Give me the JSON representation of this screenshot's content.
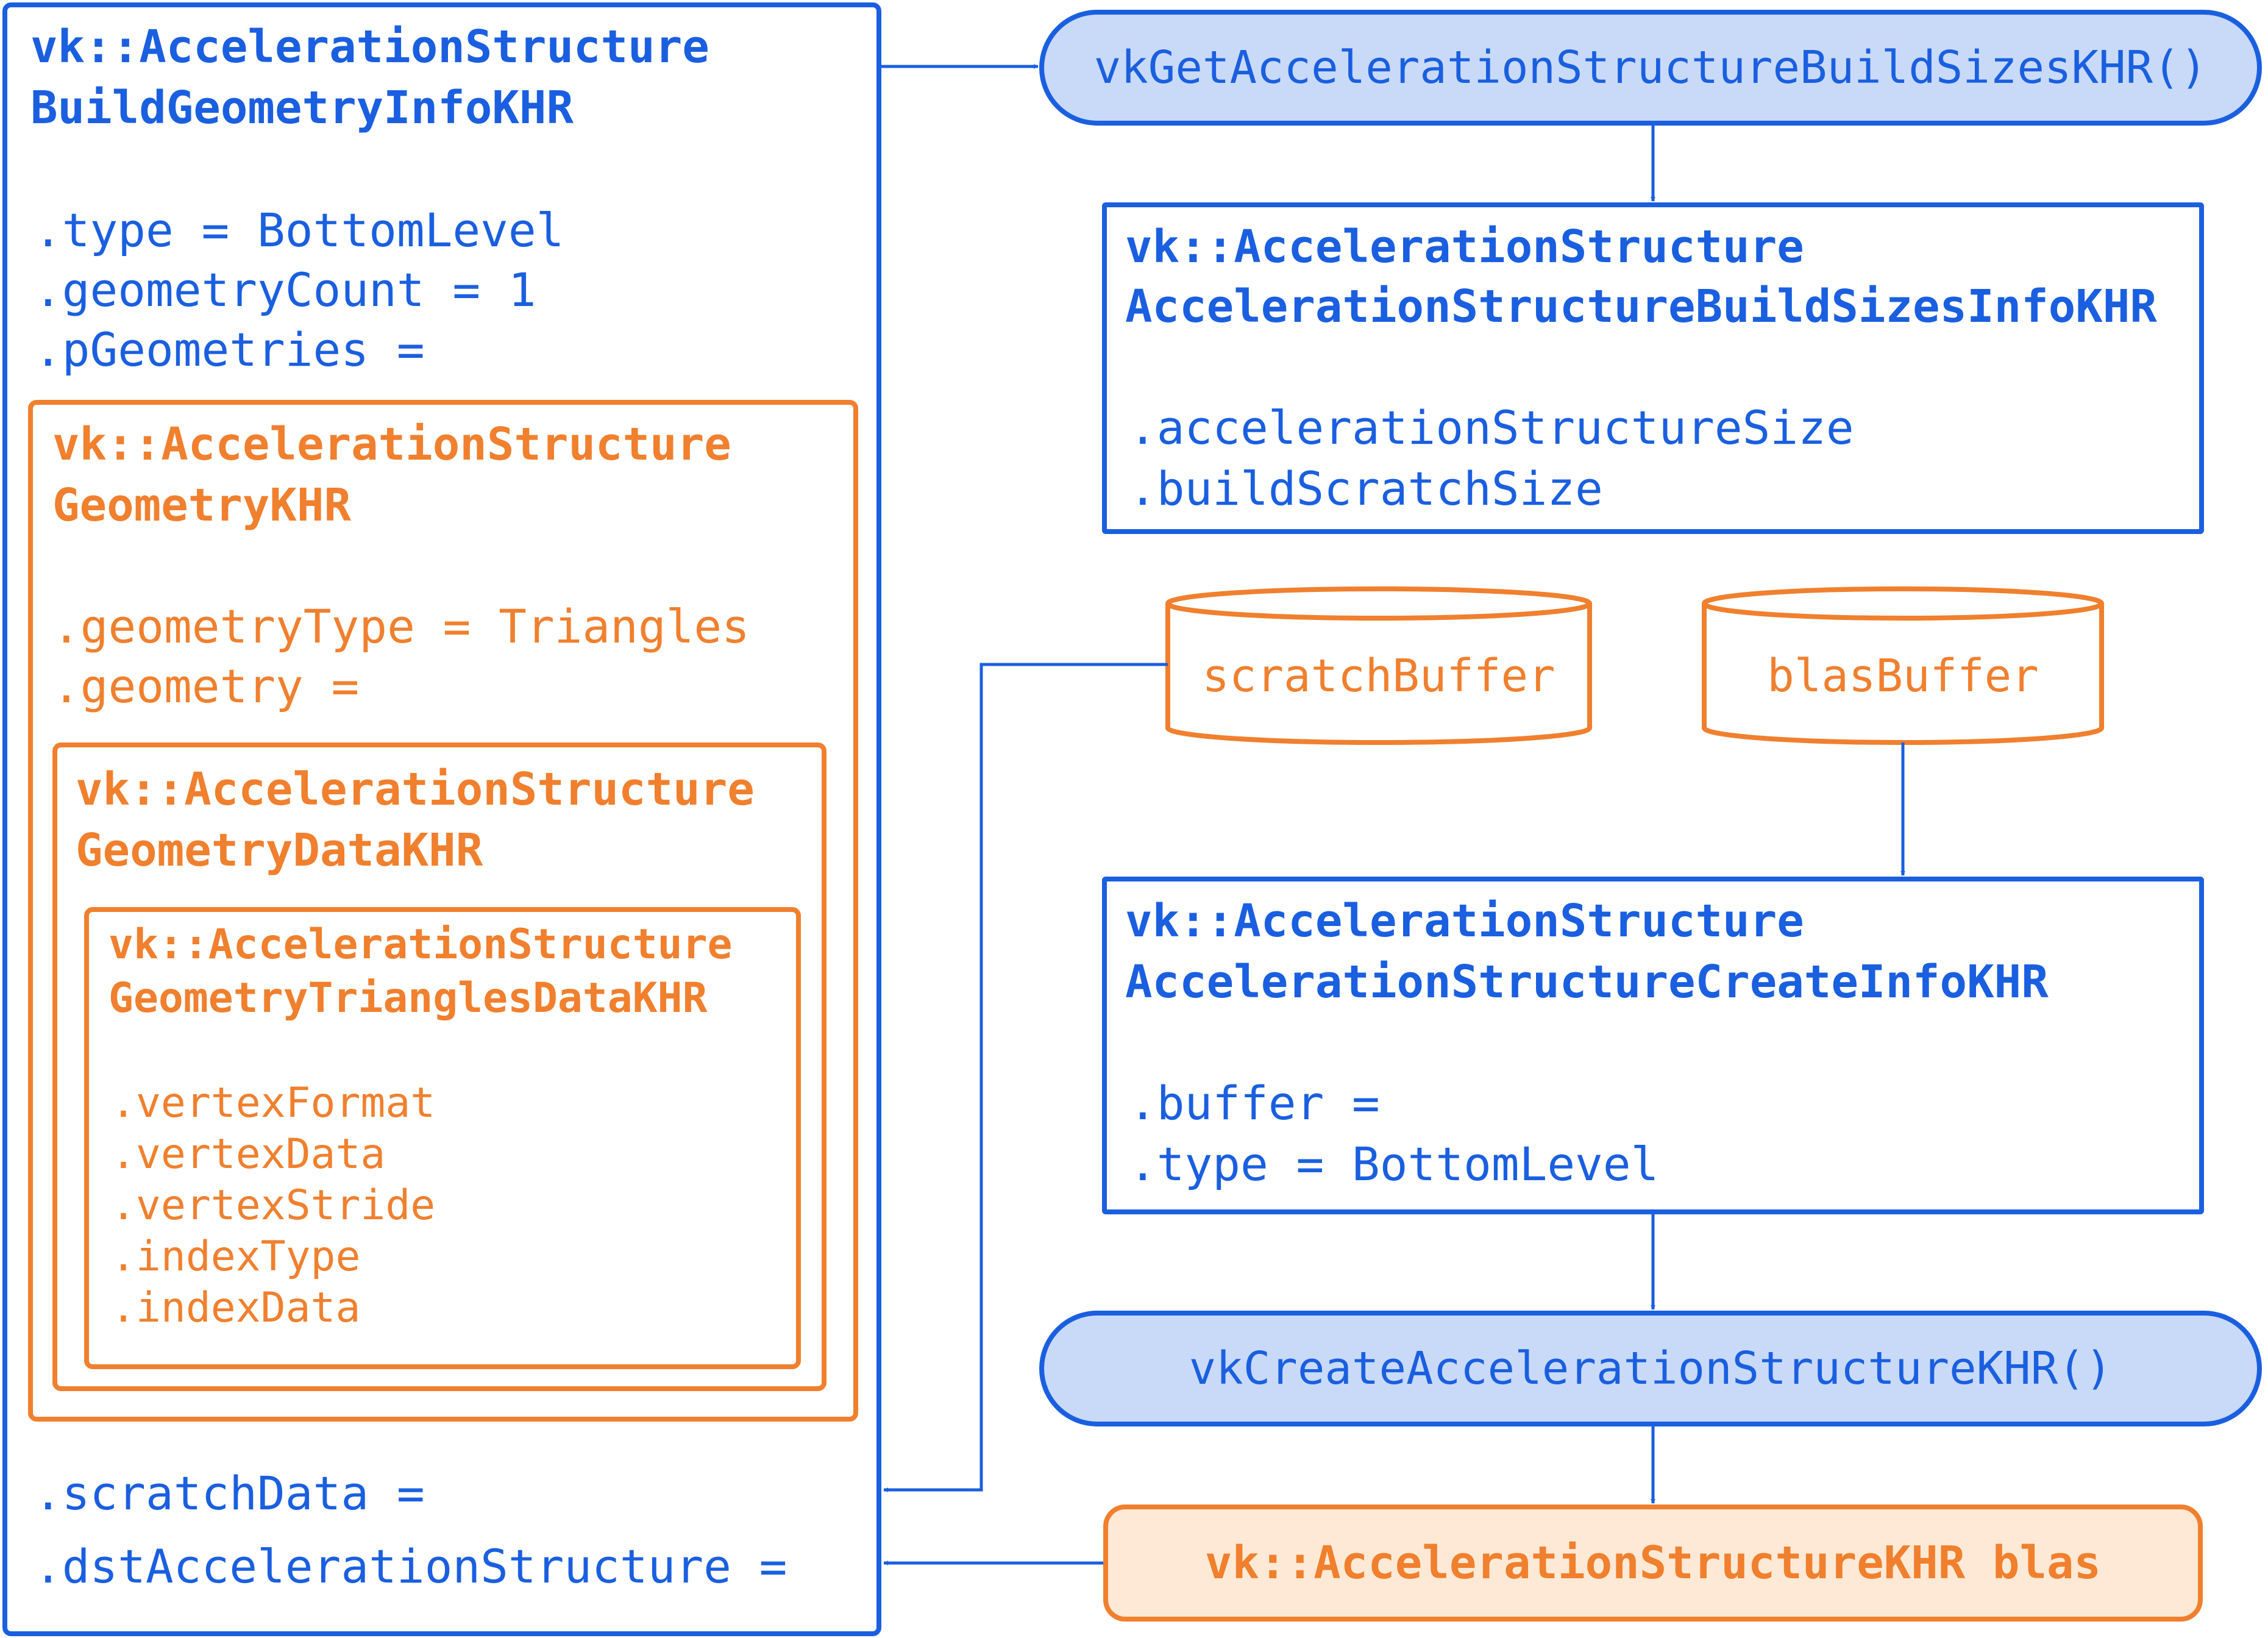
{
  "build_geometry_info": {
    "title_line1": "vk::AccelerationStructure",
    "title_line2": "BuildGeometryInfoKHR",
    "field_type": ".type = BottomLevel",
    "field_geometry_count": ".geometryCount = 1",
    "field_pgeometries": ".pGeometries =",
    "field_scratch_data": ".scratchData =",
    "field_dst_as": ".dstAccelerationStructure ="
  },
  "geometry_khr": {
    "title_line1": "vk::AccelerationStructure",
    "title_line2": "GeometryKHR",
    "field_geometry_type": ".geometryType = Triangles",
    "field_geometry": ".geometry ="
  },
  "geometry_data_khr": {
    "title_line1": "vk::AccelerationStructure",
    "title_line2": "GeometryDataKHR"
  },
  "triangles_data_khr": {
    "title_line1": "vk::AccelerationStructure",
    "title_line2": "GeometryTrianglesDataKHR",
    "fields": [
      ".vertexFormat",
      ".vertexData",
      ".vertexStride",
      ".indexType",
      ".indexData"
    ]
  },
  "get_build_sizes": {
    "label": "vkGetAccelerationStructureBuildSizesKHR()"
  },
  "build_sizes_info": {
    "title_line1": "vk::AccelerationStructure",
    "title_line2": "AccelerationStructureBuildSizesInfoKHR",
    "field_as_size": ".accelerationStructureSize",
    "field_scratch_size": ".buildScratchSize"
  },
  "buffers": {
    "scratch": "scratchBuffer",
    "blas": "blasBuffer"
  },
  "create_info": {
    "title_line1": "vk::AccelerationStructure",
    "title_line2": "AccelerationStructureCreateInfoKHR",
    "field_buffer": ".buffer =",
    "field_type": ".type = BottomLevel"
  },
  "create_as": {
    "label": "vkCreateAccelerationStructureKHR()"
  },
  "result": {
    "label": "vk::AccelerationStructureKHR blas"
  },
  "colors": {
    "blue": "#1a5fe0",
    "orange": "#f07f2e",
    "pill_fill": "#c9daf8",
    "result_fill": "#fde9d6"
  }
}
